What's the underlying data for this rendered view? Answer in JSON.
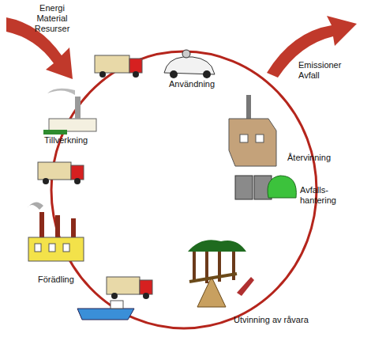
{
  "diagram": {
    "labels": [
      "Energi Material Resurser",
      "Emissioner Avfall",
      "Användning",
      "Tillverkning",
      "Återvinning",
      "Avfalls- hantering",
      "Förädling",
      "Utvinning av råvara"
    ]
  }
}
